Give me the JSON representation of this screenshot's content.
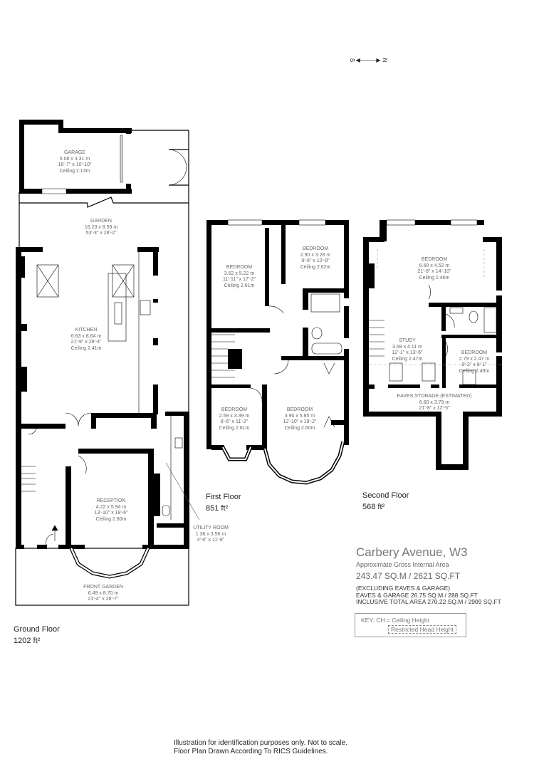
{
  "compass": {
    "south": "S",
    "north": "N"
  },
  "ground_floor": {
    "label": "Ground Floor",
    "area": "1202 ft²",
    "rooms": [
      {
        "name": "GARAGE",
        "metric": "5.06 x 3.31 m",
        "imperial": "16'-7\" x 10'-10\"",
        "ceiling": "Ceiling 2.13m"
      },
      {
        "name": "GARDEN",
        "metric": "16.23 x  8.59 m",
        "imperial": "53'-3\" x  28'-2\""
      },
      {
        "name": "KITCHEN",
        "metric": "6.63 x 8.64 m",
        "imperial": "21'-9\" x 28'-4\"",
        "ceiling": "Ceiling 2.41m"
      },
      {
        "name": "RECEPTION",
        "metric": "4.22 x 5.94 m",
        "imperial": "13'-10\" x 19'-6\"",
        "ceiling": "Ceiling 2.80m"
      },
      {
        "name": "UTILITY ROOM",
        "metric": "1.36 x 3.56 m",
        "imperial": "4'-6\" x 11'-8\""
      },
      {
        "name": "FRONT GARDEN",
        "metric": "6.49 x  8.70 m",
        "imperial": "21'-4\" x  28'-7\""
      }
    ]
  },
  "first_floor": {
    "label": "First Floor",
    "area": "851 ft²",
    "rooms": [
      {
        "name": "BEDROOM",
        "metric": "3.62 x 5.22 m",
        "imperial": "11'-11\" x 17'-2\"",
        "ceiling": "Ceiling 2.61m"
      },
      {
        "name": "BEDROOM",
        "metric": "2.90 x 3.28 m",
        "imperial": "9'-6\" x 10'-9\"",
        "ceiling": "Ceiling 2.62m"
      },
      {
        "name": "BEDROOM",
        "metric": "2.59 x 3.39 m",
        "imperial": "8'-6\" x 11'-2\"",
        "ceiling": "Ceiling 2.61m"
      },
      {
        "name": "BEDROOM",
        "metric": "3.90 x 5.85 m",
        "imperial": "12'-10\" x 19'-2\"",
        "ceiling": "Ceiling 2.60m"
      }
    ]
  },
  "second_floor": {
    "label": "Second Floor",
    "area": "568 ft²",
    "rooms": [
      {
        "name": "BEDROOM",
        "metric": "6.60 x 4.52 m",
        "imperial": "21'-8\" x 14'-10\"",
        "ceiling": "Ceiling 2.46m"
      },
      {
        "name": "STUDY",
        "metric": "3.68 x 4.11 m",
        "imperial": "12'-1\" x 13'-6\"",
        "ceiling": "Ceiling 2.47m"
      },
      {
        "name": "BEDROOM",
        "metric": "2.79 x 2.47 m",
        "imperial": "9'-2\" x 8'-1\"",
        "ceiling": "Ceiling 2.49m"
      },
      {
        "name": "EAVES STORAGE (ESTIMATED)",
        "metric": "6.60 x 3.79 m",
        "imperial": "21'-8\" x 12'-5\""
      }
    ]
  },
  "info": {
    "address": "Carbery Avenue,  W3",
    "subtitle": "Approximate Gross Internal Area",
    "gross_area": "243.47 SQ.M / 2621 SQ.FT",
    "excluding": "(EXCLUDING EAVES & GARAGE)",
    "eaves_garage": "EAVES & GARAGE  26.75 SQ.M / 288 SQ.FT",
    "inclusive_total": "INCLUSIVE TOTAL AREA 270.22 SQ.M / 2909 SQ.FT",
    "key_ch": "KEY: CH = Ceiling Height",
    "key_restricted": "Restricted Head Height"
  },
  "footer": {
    "line1": "Illustration for identification purposes only. Not to scale.",
    "line2": "Floor Plan Drawn According To RICS Guidelines."
  }
}
